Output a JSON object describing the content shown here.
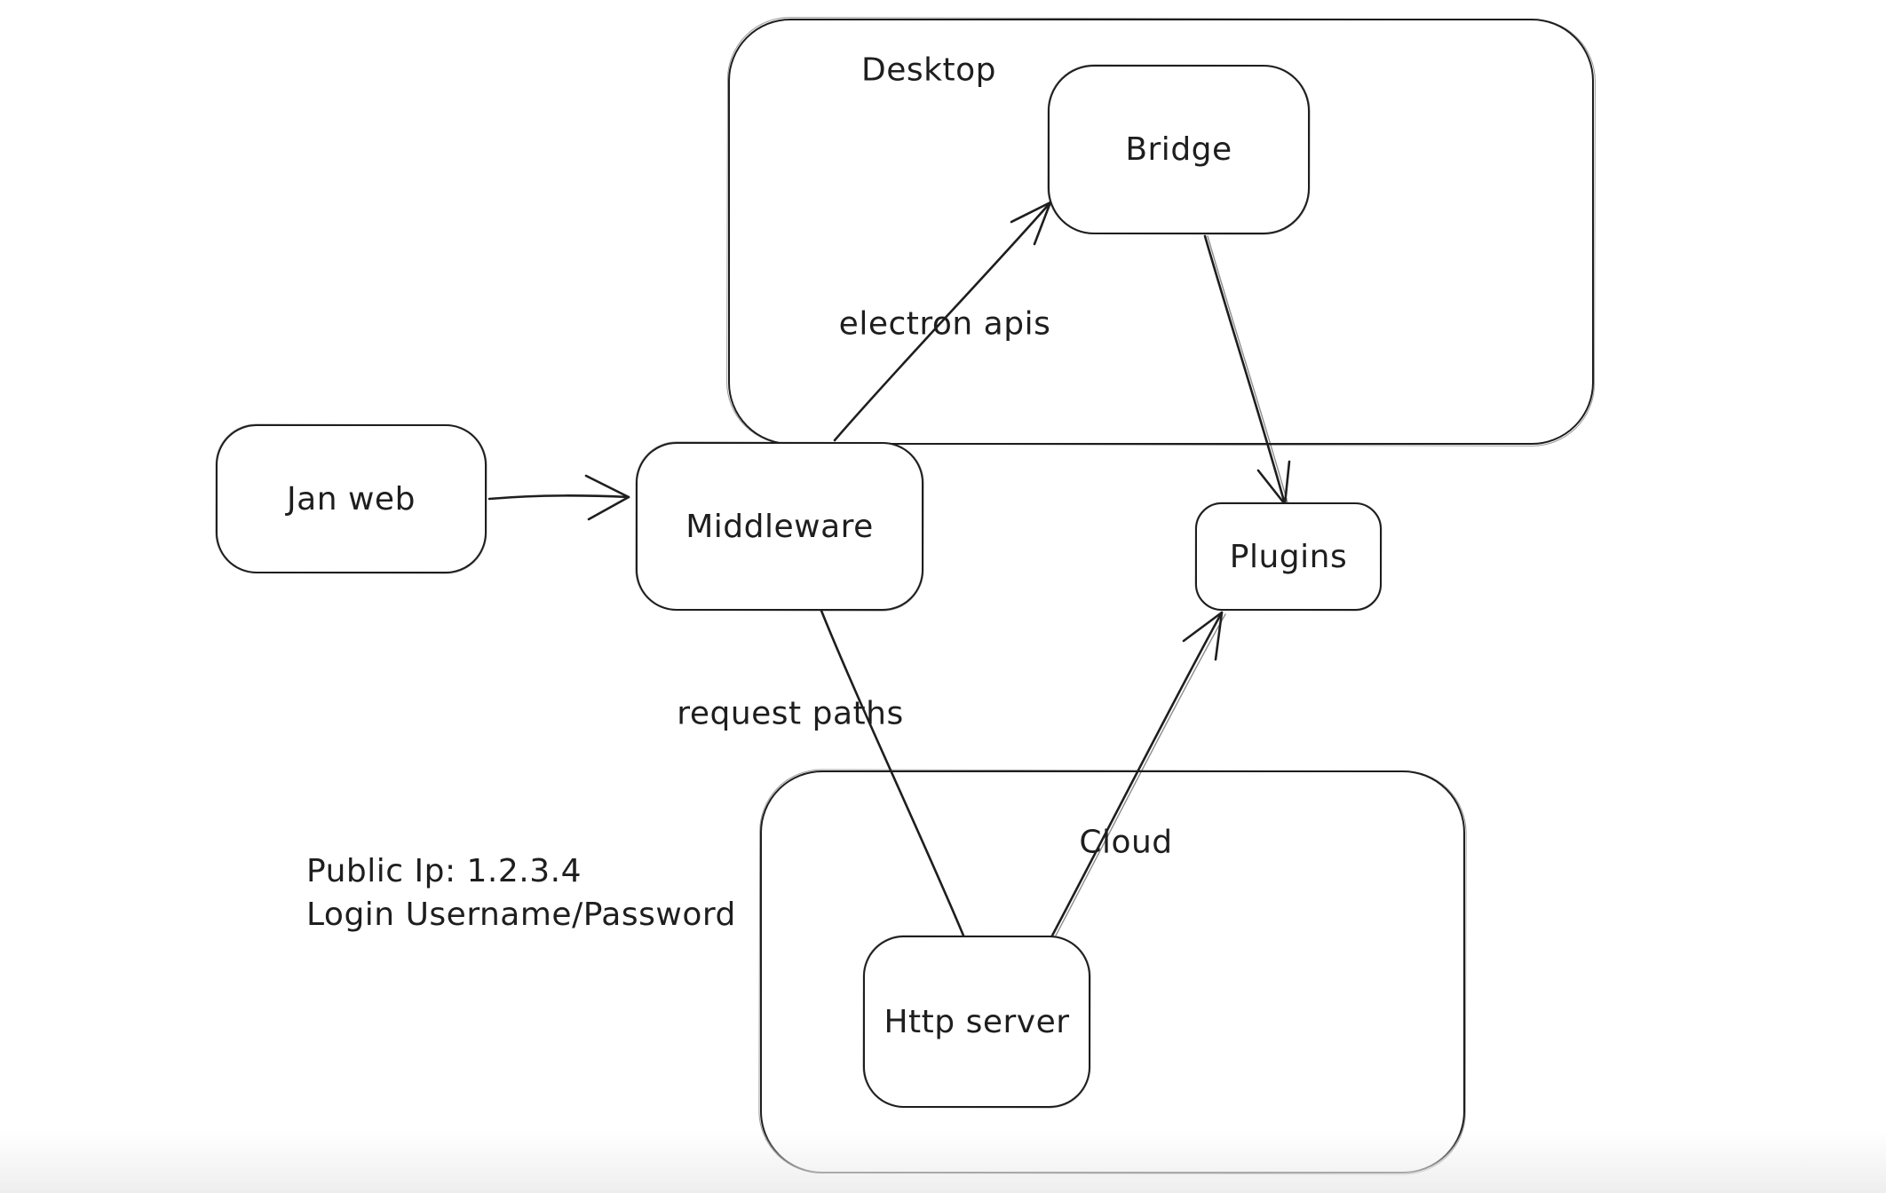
{
  "canvas": {
    "background": "#ffffff",
    "stroke_color": "#1e1e1e"
  },
  "containers": {
    "desktop": {
      "label": "Desktop"
    },
    "cloud": {
      "label": "Cloud"
    }
  },
  "nodes": {
    "jan_web": {
      "label": "Jan web"
    },
    "middleware": {
      "label": "Middleware"
    },
    "bridge": {
      "label": "Bridge"
    },
    "plugins": {
      "label": "Plugins"
    },
    "http_server": {
      "label": "Http server"
    }
  },
  "edge_labels": {
    "electron_apis": {
      "text": "electron apis"
    },
    "request_paths": {
      "text": "request paths"
    }
  },
  "annotations": {
    "public_ip": "Public Ip: 1.2.3.4",
    "login": "Login Username/Password"
  },
  "edges": [
    {
      "from": "jan_web",
      "to": "middleware",
      "arrowhead": true
    },
    {
      "from": "middleware",
      "to": "bridge",
      "arrowhead": true,
      "label": "electron apis"
    },
    {
      "from": "bridge",
      "to": "plugins",
      "arrowhead": true
    },
    {
      "from": "middleware",
      "to": "http_server",
      "arrowhead": false,
      "label": "request paths"
    },
    {
      "from": "http_server",
      "to": "plugins",
      "arrowhead": true
    }
  ]
}
